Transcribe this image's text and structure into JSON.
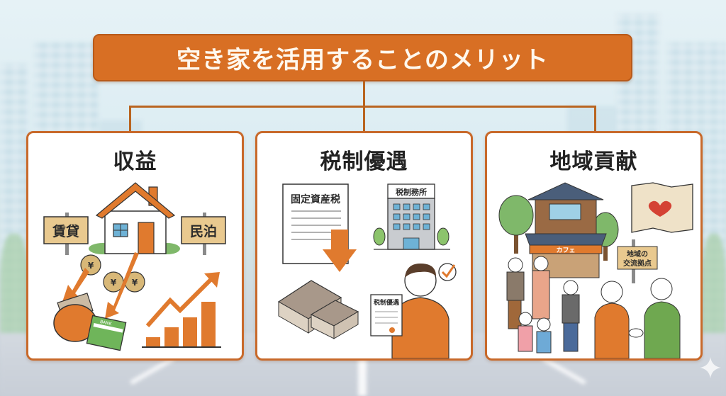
{
  "header": {
    "title": "空き家を活用することのメリット",
    "color": "#d86f24"
  },
  "panels": [
    {
      "title": "収益",
      "illustration": {
        "signs": [
          "賃貸",
          "民泊"
        ],
        "money_bag_label": "¥",
        "card_label": "BANK",
        "elements": [
          "house-icon",
          "rental-sign",
          "minpaku-sign",
          "money-bags-icon",
          "wallet-icon",
          "bankbook-icon",
          "rising-bar-chart-icon"
        ]
      }
    },
    {
      "title": "税制優遇",
      "illustration": {
        "document_title": "固定資産税",
        "office_sign": "税制務所",
        "certificate_title": "税制優遇",
        "elements": [
          "tax-document-icon",
          "down-arrow-icon",
          "tax-office-building-icon",
          "cash-stacks-icon",
          "person-with-certificate",
          "checkmark-icon"
        ]
      }
    },
    {
      "title": "地域貢献",
      "illustration": {
        "cafe_sign": "カフェ",
        "community_sign_line1": "地域の",
        "community_sign_line2": "交流拠点",
        "elements": [
          "cafe-house-icon",
          "map-with-heart-icon",
          "community-sign",
          "residents-group",
          "handshake-people"
        ]
      }
    }
  ],
  "colors": {
    "accent": "#d86f24",
    "border": "#c8692a",
    "connector": "#b9641f",
    "panel_bg": "#ffffff",
    "title_text": "#222222"
  }
}
